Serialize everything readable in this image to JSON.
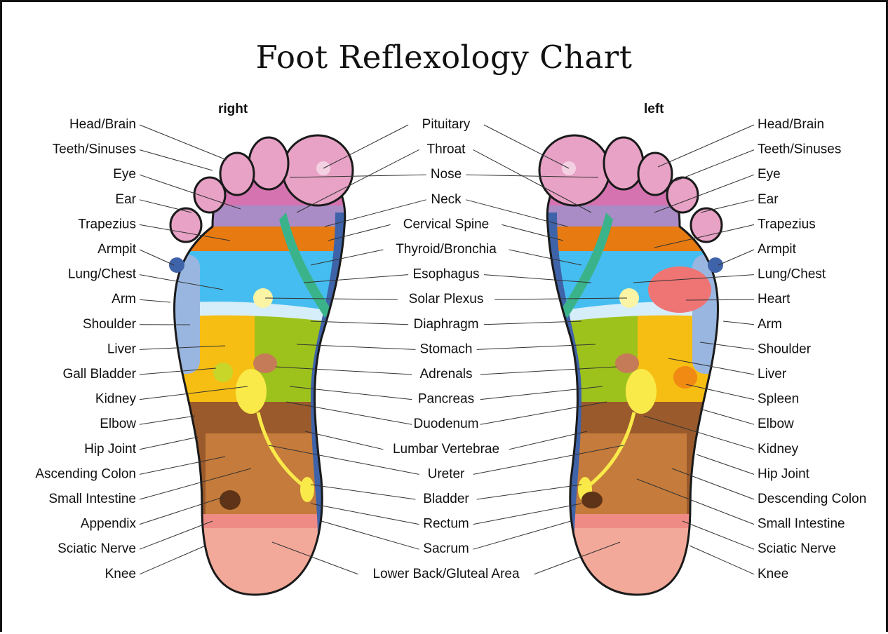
{
  "title": "Foot Reflexology Chart",
  "sides": {
    "right": "right",
    "left": "left"
  },
  "labels": {
    "right_foot": [
      "Head/Brain",
      "Teeth/Sinuses",
      "Eye",
      "Ear",
      "Trapezius",
      "Armpit",
      "Lung/Chest",
      "Arm",
      "Shoulder",
      "Liver",
      "Gall Bladder",
      "Kidney",
      "Elbow",
      "Hip Joint",
      "Ascending Colon",
      "Small Intestine",
      "Appendix",
      "Sciatic Nerve",
      "Knee"
    ],
    "center": [
      "Pituitary",
      "Throat",
      "Nose",
      "Neck",
      "Cervical Spine",
      "Thyroid/Bronchia",
      "Esophagus",
      "Solar Plexus",
      "Diaphragm",
      "Stomach",
      "Adrenals",
      "Pancreas",
      "Duodenum",
      "Lumbar Vertebrae",
      "Ureter",
      "Bladder",
      "Rectum",
      "Sacrum",
      "Lower Back/Gluteal Area"
    ],
    "left_foot": [
      "Head/Brain",
      "Teeth/Sinuses",
      "Eye",
      "Ear",
      "Trapezius",
      "Armpit",
      "Lung/Chest",
      "Heart",
      "Arm",
      "Shoulder",
      "Liver",
      "Spleen",
      "Elbow",
      "Kidney",
      "Hip Joint",
      "Descending Colon",
      "Small Intestine",
      "Sciatic Nerve",
      "Knee"
    ]
  },
  "colors": {
    "toe": "#e8a2c6",
    "toe_band": "#d473b0",
    "lavender": "#a98bc6",
    "orange": "#e77a10",
    "blue_lung": "#46bdf0",
    "yellow": "#f6bd12",
    "green": "#9ec21c",
    "brown": "#9a5a2b",
    "tan": "#c57b3b",
    "heel": "#f2a99a",
    "heel_band": "#ee8b85",
    "outline": "#1a1a1a",
    "spine": "#3f63a9",
    "arm": "#99b6e0",
    "heart": "#ef7474",
    "kidney": "#f9ea4a"
  }
}
